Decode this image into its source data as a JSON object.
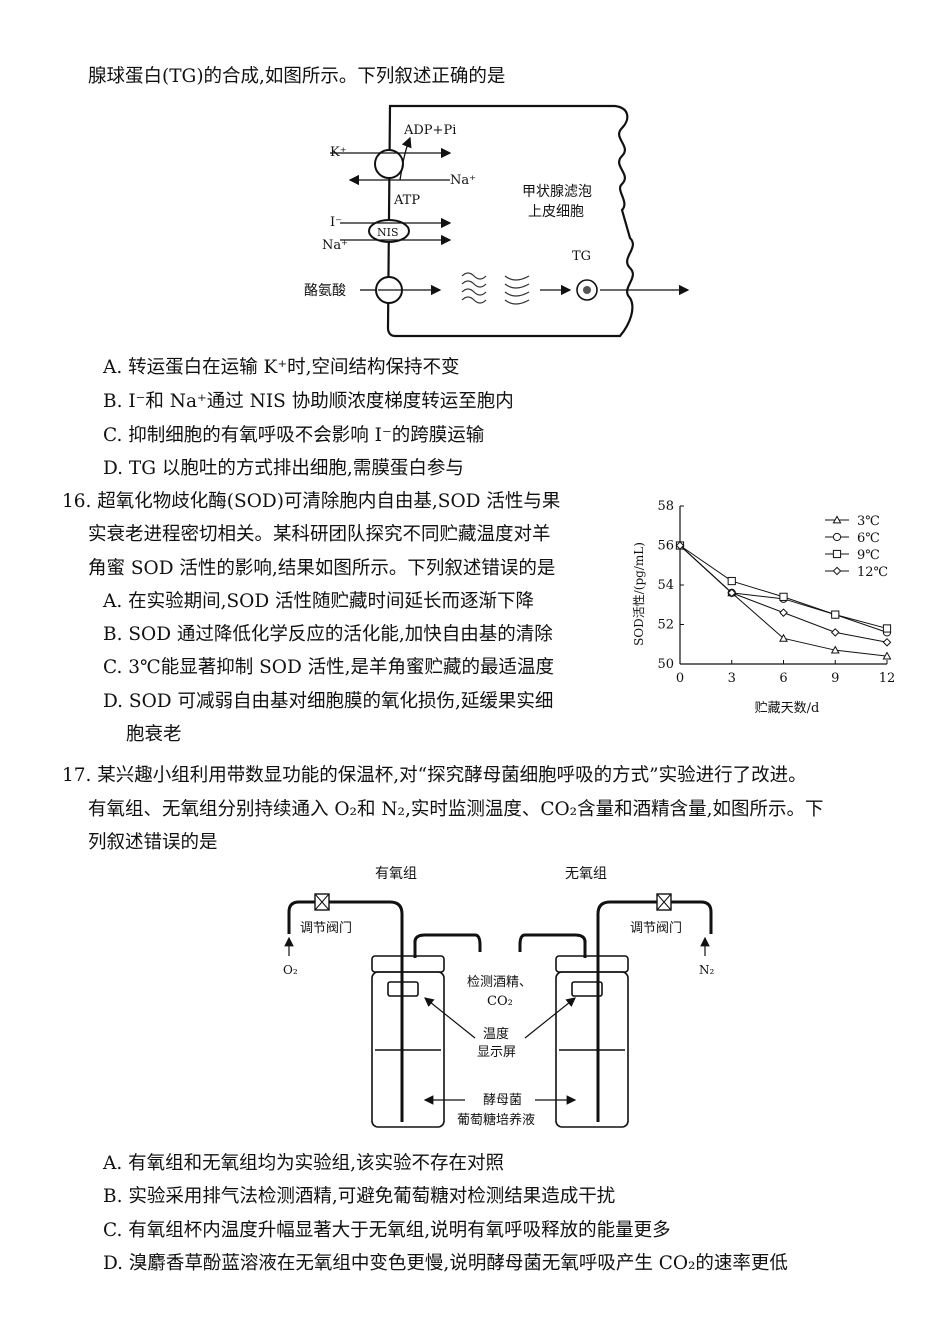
{
  "q15": {
    "stem_tail": "腺球蛋白(TG)的合成,如图所示。下列叙述正确的是",
    "figure": {
      "labels": {
        "adp": "ADP+Pi",
        "k": "K⁺",
        "na1": "Na⁺",
        "atp": "ATP",
        "cell_line1": "甲状腺滤泡",
        "cell_line2": "上皮细胞",
        "i": "I⁻",
        "nis": "NIS",
        "na2": "Na⁺",
        "tg": "TG",
        "tyr": "酪氨酸"
      }
    },
    "options": [
      "A. 转运蛋白在运输 K⁺时,空间结构保持不变",
      "B. I⁻和 Na⁺通过 NIS 协助顺浓度梯度转运至胞内",
      "C. 抑制细胞的有氧呼吸不会影响 I⁻的跨膜运输",
      "D. TG 以胞吐的方式排出细胞,需膜蛋白参与"
    ]
  },
  "q16": {
    "stem": [
      "16. 超氧化物歧化酶(SOD)可清除胞内自由基,SOD 活性与果",
      "实衰老进程密切相关。某科研团队探究不同贮藏温度对羊",
      "角蜜 SOD 活性的影响,结果如图所示。下列叙述错误的是"
    ],
    "options": [
      "A. 在实验期间,SOD 活性随贮藏时间延长而逐渐下降",
      "B. SOD 通过降低化学反应的活化能,加快自由基的清除",
      "C. 3℃能显著抑制 SOD 活性,是羊角蜜贮藏的最适温度",
      "D. SOD 可减弱自由基对细胞膜的氧化损伤,延缓果实细",
      "胞衰老"
    ]
  },
  "chart_data": {
    "type": "line",
    "x": [
      0,
      3,
      6,
      9,
      12
    ],
    "xticks": [
      "0",
      "3",
      "6",
      "9",
      "12"
    ],
    "yticks": [
      "50",
      "52",
      "54",
      "56",
      "58"
    ],
    "xlabel": "贮藏天数/d",
    "ylabel": "SOD活性/(pg/mL)",
    "ylim": [
      50,
      58
    ],
    "xlim": [
      0,
      12
    ],
    "legend_position": "top-right",
    "series": [
      {
        "name": "3℃",
        "marker": "triangle",
        "values": [
          56.0,
          53.6,
          51.3,
          50.7,
          50.4
        ]
      },
      {
        "name": "6℃",
        "marker": "circle",
        "values": [
          56.0,
          53.6,
          53.3,
          52.5,
          51.6
        ]
      },
      {
        "name": "9℃",
        "marker": "square",
        "values": [
          56.0,
          54.2,
          53.4,
          52.5,
          51.8
        ]
      },
      {
        "name": "12℃",
        "marker": "diamond",
        "values": [
          56.0,
          53.6,
          52.6,
          51.6,
          51.1
        ]
      }
    ]
  },
  "q17": {
    "stem": [
      "17. 某兴趣小组利用带数显功能的保温杯,对“探究酵母菌细胞呼吸的方式”实验进行了改进。",
      "有氧组、无氧组分别持续通入 O₂和 N₂,实时监测温度、CO₂含量和酒精含量,如图所示。下",
      "列叙述错误的是"
    ],
    "figure": {
      "labels": {
        "aerobic": "有氧组",
        "anaerobic": "无氧组",
        "valve_left": "调节阀门",
        "valve_right": "调节阀门",
        "o2": "O₂",
        "n2": "N₂",
        "detect1": "检测酒精、",
        "detect2": "CO₂",
        "temp1": "温度",
        "temp2": "显示屏",
        "yeast1": "酵母菌",
        "yeast2": "葡萄糖培养液"
      }
    },
    "options": [
      "A. 有氧组和无氧组均为实验组,该实验不存在对照",
      "B. 实验采用排气法检测酒精,可避免葡萄糖对检测结果造成干扰",
      "C. 有氧组杯内温度升幅显著大于无氧组,说明有氧呼吸释放的能量更多",
      "D. 溴麝香草酚蓝溶液在无氧组中变色更慢,说明酵母菌无氧呼吸产生 CO₂的速率更低"
    ]
  }
}
